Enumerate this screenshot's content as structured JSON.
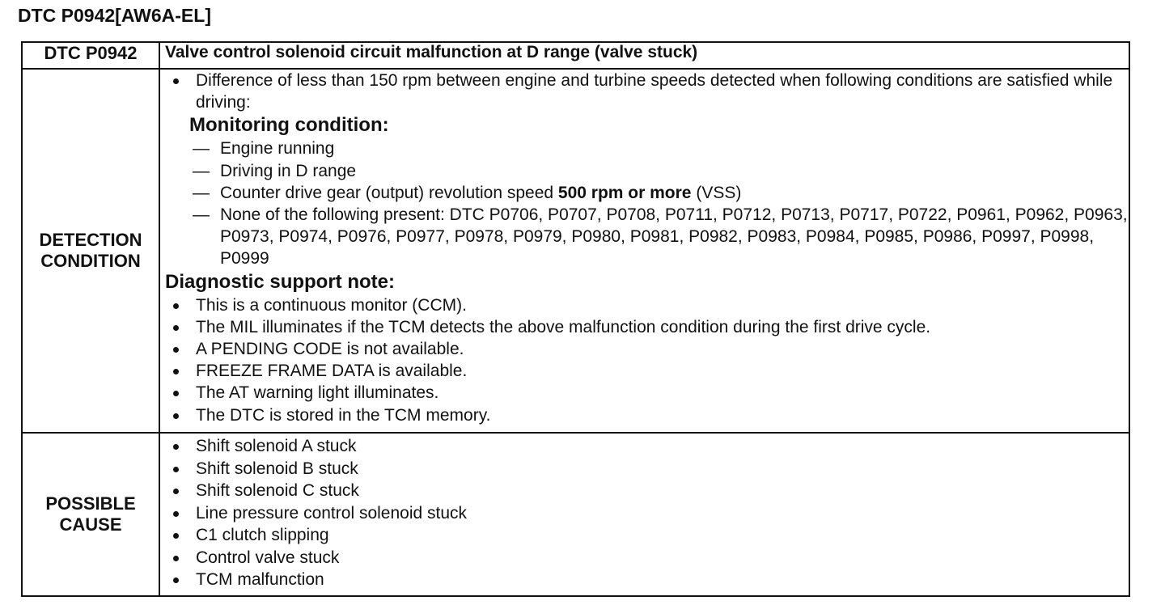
{
  "title": "DTC P0942[AW6A-EL]",
  "header": {
    "code": "DTC P0942",
    "description": "Valve control solenoid circuit malfunction at D range (valve stuck)"
  },
  "detection": {
    "label_line1": "DETECTION",
    "label_line2": "CONDITION",
    "intro_bullet": "Difference of less than 150 rpm between engine and turbine speeds detected when following conditions are satisfied while driving:",
    "monitoring_heading": "Monitoring condition:",
    "monitoring": {
      "item1": "Engine running",
      "item2": "Driving in D range",
      "item3_prefix": "Counter drive gear (output) revolution speed ",
      "item3_bold": "500 rpm or more",
      "item3_suffix": " (VSS)",
      "item4": "None of the following present: DTC P0706, P0707, P0708, P0711, P0712, P0713, P0717, P0722, P0961, P0962, P0963, P0973, P0974, P0976, P0977, P0978, P0979, P0980, P0981, P0982, P0983, P0984, P0985, P0986, P0997, P0998, P0999"
    },
    "support_heading": "Diagnostic support note:",
    "support": [
      "This is a continuous monitor (CCM).",
      "The MIL illuminates if the TCM detects the above malfunction condition during the first drive cycle.",
      "A PENDING CODE is not available.",
      "FREEZE FRAME DATA is available.",
      "The AT warning light illuminates.",
      "The DTC is stored in the TCM memory."
    ]
  },
  "cause": {
    "label_line1": "POSSIBLE",
    "label_line2": "CAUSE",
    "items": [
      "Shift solenoid A stuck",
      "Shift solenoid B stuck",
      "Shift solenoid C stuck",
      "Line pressure control solenoid stuck",
      "C1 clutch slipping",
      "Control valve stuck",
      "TCM malfunction"
    ]
  }
}
